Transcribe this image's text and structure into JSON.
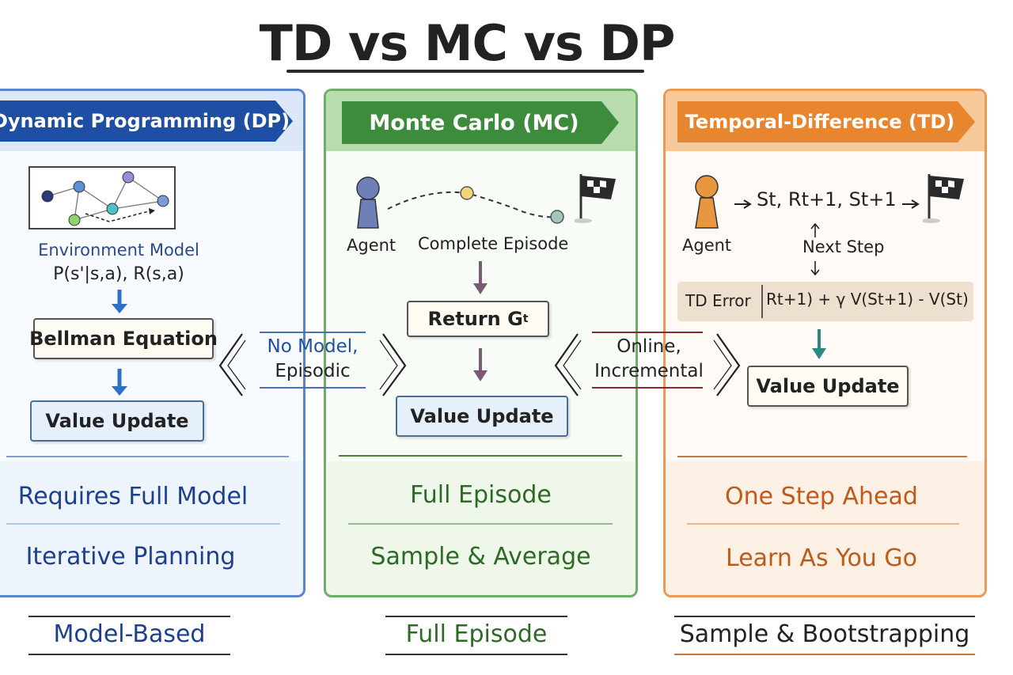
{
  "title": "TD vs MC vs DP",
  "dp": {
    "header": "Dynamic Programming (DP)",
    "env_model_label": "Environment Model",
    "env_model_formula": "P(s'|s,a), R(s,a)",
    "bellman": "Bellman Equation",
    "value_update": "Value Update",
    "prop1": "Requires Full Model",
    "prop2": "Iterative Planning",
    "footer": "Model-Based",
    "color": "#1f4fa5"
  },
  "mc": {
    "header": "Monte Carlo (MC)",
    "agent": "Agent",
    "episode": "Complete Episode",
    "return_box": "Return G",
    "return_sub": "t",
    "value_update": "Value Update",
    "prop1": "Full Episode",
    "prop2": "Sample & Average",
    "footer": "Full Episode",
    "color": "#3d8b3d"
  },
  "td": {
    "header": "Temporal-Difference (TD)",
    "agent": "Agent",
    "transition": "St, Rt+1, St+1",
    "next_step": "Next Step",
    "td_error_label": "TD Error",
    "td_error_formula": "Rt+1) + γ V(St+1) - V(St)",
    "value_update": "Value Update",
    "prop1": "One Step Ahead",
    "prop2": "Learn As You Go",
    "footer": "Sample & Bootstrapping",
    "color": "#e8862f"
  },
  "connectors": {
    "dp_mc_line1": "No Model,",
    "dp_mc_line2": "Episodic",
    "mc_td_line1": "Online,",
    "mc_td_line2": "Incremental"
  }
}
